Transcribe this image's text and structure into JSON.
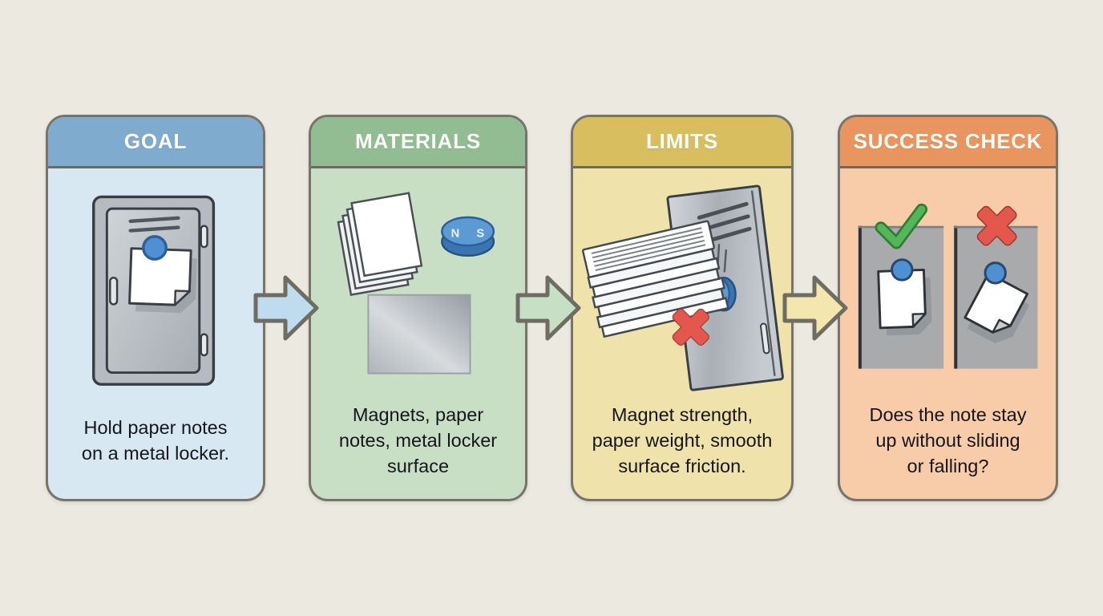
{
  "page": {
    "background_color": "#ECE9E0",
    "border_color": "#76746B",
    "text_color": "#15151B"
  },
  "panels": [
    {
      "id": "goal",
      "title": "GOAL",
      "header_color": "#7FABCF",
      "body_color": "#D7E8F3",
      "description": "Hold paper notes\non a metal locker.",
      "illustration": "locker-door-with-magnet-note"
    },
    {
      "id": "materials",
      "title": "MATERIALS",
      "header_color": "#92BD92",
      "body_color": "#C8DEC5",
      "description": "Magnets, paper\nnotes, metal locker\nsurface",
      "illustration": "paper-stack-disc-magnet-metal-plate"
    },
    {
      "id": "limits",
      "title": "LIMITS",
      "header_color": "#D9BE60",
      "body_color": "#EFE3AB",
      "description": "Magnet strength,\npaper weight, smooth\nsurface friction.",
      "illustration": "heavy-paper-stack-falling-off-locker"
    },
    {
      "id": "success",
      "title": "SUCCESS CHECK",
      "header_color": "#E9955F",
      "body_color": "#F9CCA9",
      "description": "Does the note stay\nup without sliding\nor falling?",
      "illustration": "note-stays-vs-note-slides"
    }
  ],
  "arrows": [
    {
      "fill_color": "#BFDCEF",
      "stroke_color": "#6E6C63"
    },
    {
      "fill_color": "#C5E0C5",
      "stroke_color": "#6E6C63"
    },
    {
      "fill_color": "#F3E6AE",
      "stroke_color": "#6E6C63"
    }
  ],
  "magnet_labels": {
    "north": "N",
    "south": "S"
  },
  "status_colors": {
    "pass_green": "#55B659",
    "fail_red": "#E4574D",
    "magnet_blue": "#4E90D2"
  }
}
